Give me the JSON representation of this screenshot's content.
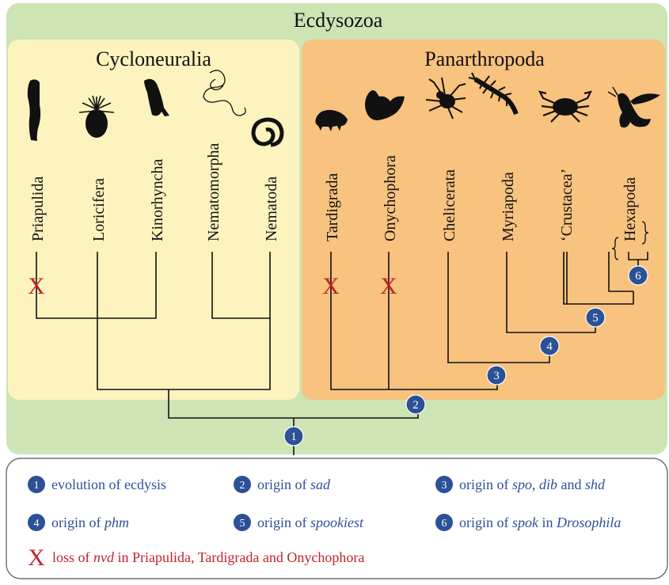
{
  "title": "Ecdysozoa",
  "groups": {
    "cycloneuralia": "Cycloneuralia",
    "panarthropoda": "Panarthropoda"
  },
  "taxa": [
    "Priapulida",
    "Loricifera",
    "Kinorhyncha",
    "Nematomorpha",
    "Nematoda",
    "Tardigrada",
    "Onychophora",
    "Chelicerata",
    "Myriapoda",
    "‘Crustacea’",
    "Hexapoda"
  ],
  "loss_marker": "X",
  "node_numbers": [
    "1",
    "2",
    "3",
    "4",
    "5",
    "6"
  ],
  "legend": [
    {
      "num": "1",
      "parts": [
        {
          "t": "evolution of ecdysis",
          "i": false
        }
      ]
    },
    {
      "num": "2",
      "parts": [
        {
          "t": "origin of ",
          "i": false
        },
        {
          "t": "sad",
          "i": true
        }
      ]
    },
    {
      "num": "3",
      "parts": [
        {
          "t": "origin of ",
          "i": false
        },
        {
          "t": "spo",
          "i": true
        },
        {
          "t": ", ",
          "i": false
        },
        {
          "t": "dib",
          "i": true
        },
        {
          "t": " and ",
          "i": false
        },
        {
          "t": "shd",
          "i": true
        }
      ]
    },
    {
      "num": "4",
      "parts": [
        {
          "t": "origin of ",
          "i": false
        },
        {
          "t": "phm",
          "i": true
        }
      ]
    },
    {
      "num": "5",
      "parts": [
        {
          "t": "origin of ",
          "i": false
        },
        {
          "t": "spookiest",
          "i": true
        }
      ]
    },
    {
      "num": "6",
      "parts": [
        {
          "t": "origin of ",
          "i": false
        },
        {
          "t": "spok",
          "i": true
        },
        {
          "t": " in ",
          "i": false
        },
        {
          "t": "Drosophila",
          "i": true
        }
      ]
    }
  ],
  "loss_legend": {
    "marker": "X",
    "parts": [
      {
        "t": "loss of ",
        "i": false
      },
      {
        "t": "nvd",
        "i": true
      },
      {
        "t": " in Priapulida, Tardigrada and Onychophora",
        "i": false
      }
    ]
  },
  "colors": {
    "outer_bg": "#cde4b4",
    "cyclo_bg": "#fdf3bf",
    "panarthro_bg": "#f8c27f",
    "node_fill": "#2b5196",
    "loss_color": "#c0242b",
    "legend_text": "#2f4f9a",
    "tree_line": "#111111"
  }
}
